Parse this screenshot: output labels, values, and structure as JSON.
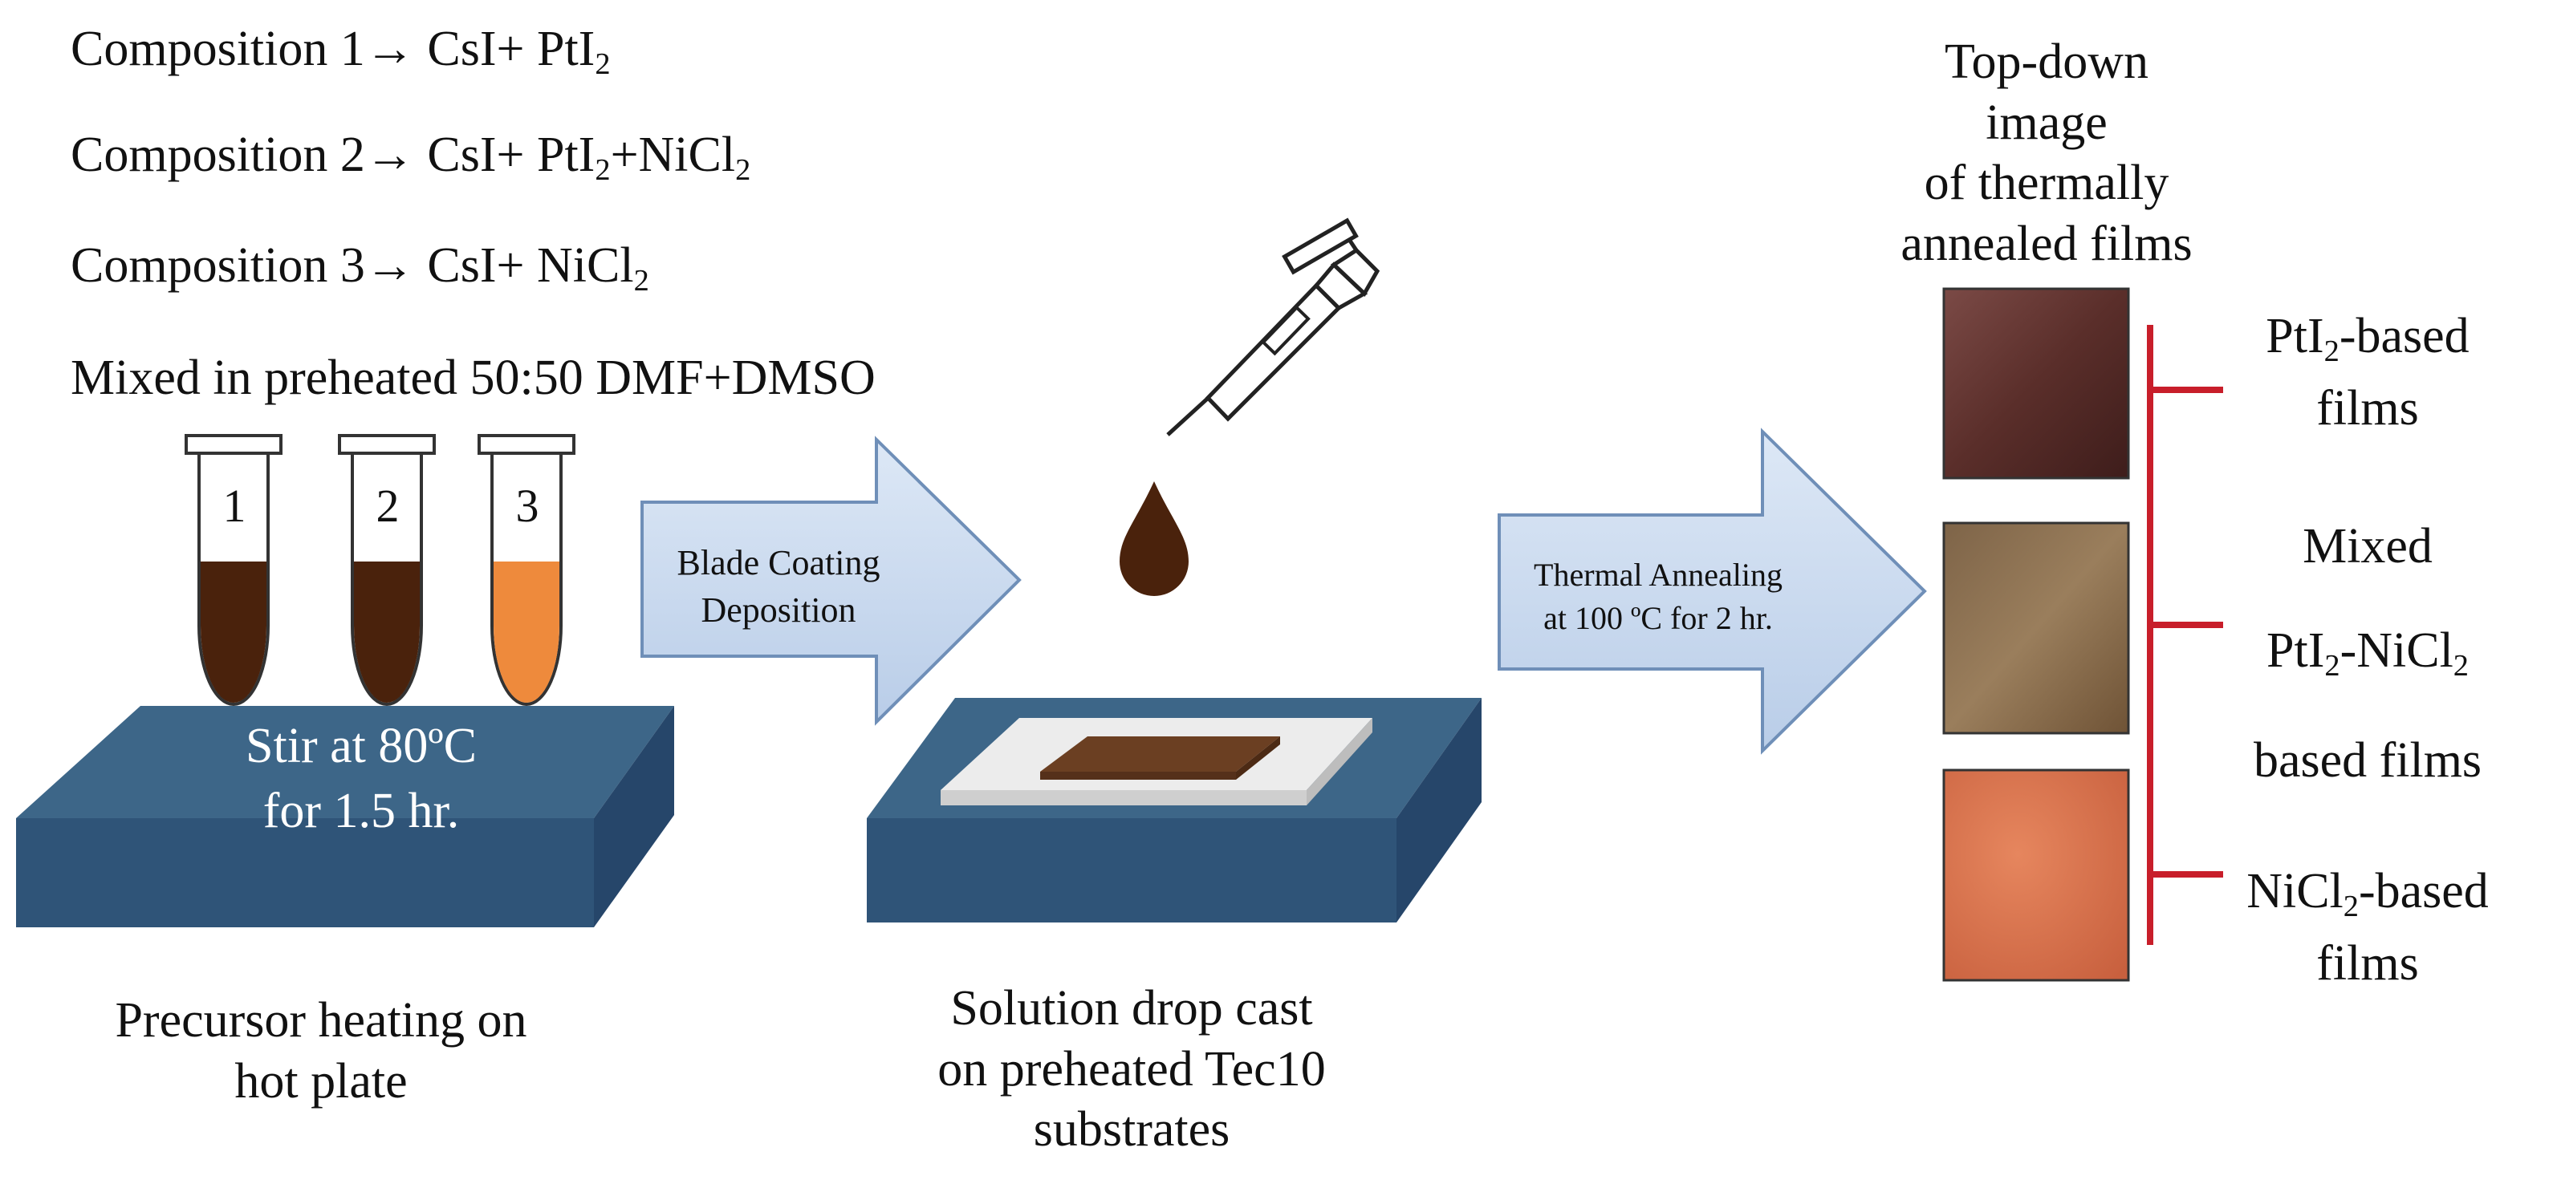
{
  "compositions": {
    "c1": {
      "prefix": "Composition 1→ CsI+ PtI",
      "sub1": "2",
      "rest1": "",
      "sub2": ""
    },
    "c2": {
      "prefix": "Composition 2→ CsI+ PtI",
      "sub1": "2",
      "rest1": "+NiCl",
      "sub2": "2"
    },
    "c3": {
      "prefix": "Composition 3→ CsI+ NiCl",
      "sub1": "2",
      "rest1": "",
      "sub2": ""
    }
  },
  "solvent_text": "Mixed in preheated 50:50 DMF+DMSO",
  "tubes": {
    "labels": [
      "1",
      "2",
      "3"
    ],
    "liquid_colors": [
      "#4a220c",
      "#4a220c",
      "#ee8a3c"
    ]
  },
  "hot_plate": {
    "line1": "Stir at 80ºC",
    "line2": "for 1.5 hr.",
    "caption_line1": "Precursor heating on",
    "caption_line2": "hot plate",
    "top_color": "#3d6688",
    "side_color": "#26466a"
  },
  "arrow1": {
    "line1": "Blade Coating",
    "line2": "Deposition"
  },
  "arrow2": {
    "line1": "Thermal Annealing",
    "line2": "at 100 ºC for 2 hr."
  },
  "substrate": {
    "caption_line1": "Solution drop cast",
    "caption_line2": "on preheated Tec10",
    "caption_line3": "substrates",
    "film_color": "#6b3f22",
    "drop_color": "#4a220c"
  },
  "films": {
    "header_line1": "Top-down image",
    "header_line2": "of thermally",
    "header_line3": "annealed films",
    "film1": {
      "a": "PtI",
      "sub": "2",
      "b": "-based",
      "line2": "films"
    },
    "film2": {
      "line1": "Mixed",
      "a": "PtI",
      "sub1": "2",
      "b": "-NiCl",
      "sub2": "2",
      "line3": "based films"
    },
    "film3": {
      "a": "NiCl",
      "sub": "2",
      "b": "-based",
      "line2": "films"
    },
    "bracket_color": "#c81e2a"
  },
  "colors": {
    "arrow_fill": "#c9daf0",
    "arrow_stroke": "#6f8fb8"
  },
  "icons": {
    "pipette": "pipette-icon",
    "drop": "drop-icon"
  }
}
